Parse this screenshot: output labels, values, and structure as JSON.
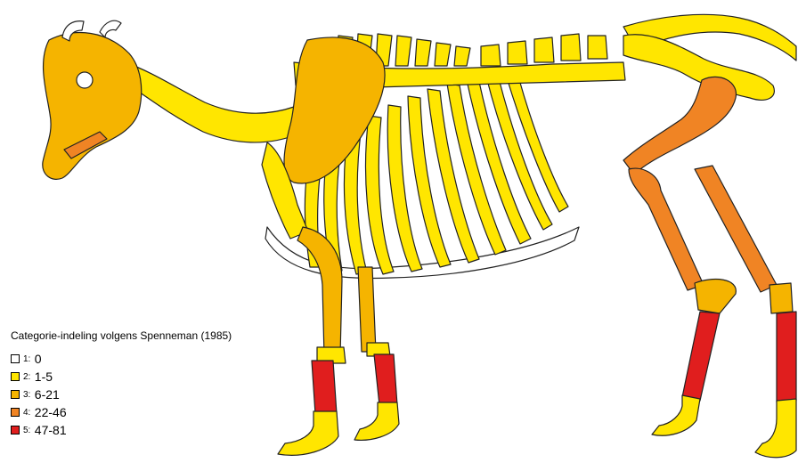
{
  "legend": {
    "title": "Categorie-indeling volgens Spenneman (1985)",
    "items": [
      {
        "num": "1:",
        "range": "0",
        "color": "#ffffff"
      },
      {
        "num": "2:",
        "range": "1-5",
        "color": "#ffe600"
      },
      {
        "num": "3:",
        "range": "6-21",
        "color": "#f5b400"
      },
      {
        "num": "4:",
        "range": "22-46",
        "color": "#f08424"
      },
      {
        "num": "5:",
        "range": "47-81",
        "color": "#e01e1e"
      }
    ]
  },
  "skeleton_parts": [
    {
      "name": "skull",
      "category": 3
    },
    {
      "name": "horns",
      "category": 1
    },
    {
      "name": "teeth",
      "category": 4
    },
    {
      "name": "cervical-vertebrae",
      "category": 2
    },
    {
      "name": "thoracic-vertebrae",
      "category": 2
    },
    {
      "name": "lumbar-vertebrae",
      "category": 2
    },
    {
      "name": "sacrum-tail",
      "category": 2
    },
    {
      "name": "pelvis",
      "category": 2
    },
    {
      "name": "scapula",
      "category": 3
    },
    {
      "name": "ribs",
      "category": 2
    },
    {
      "name": "sternum",
      "category": 1
    },
    {
      "name": "humerus",
      "category": 2
    },
    {
      "name": "radius-ulna",
      "category": 3
    },
    {
      "name": "carpals",
      "category": 2
    },
    {
      "name": "metacarpals",
      "category": 5
    },
    {
      "name": "fore-phalanges",
      "category": 2
    },
    {
      "name": "femur",
      "category": 4
    },
    {
      "name": "tibia",
      "category": 4
    },
    {
      "name": "tarsals",
      "category": 3
    },
    {
      "name": "metatarsals",
      "category": 5
    },
    {
      "name": "hind-phalanges",
      "category": 2
    }
  ]
}
